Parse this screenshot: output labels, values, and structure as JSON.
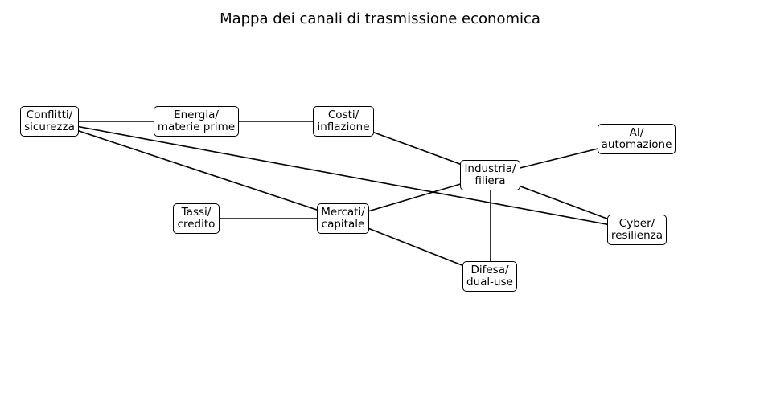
{
  "diagram": {
    "title": "Mappa dei canali di trasmissione economica",
    "nodes": [
      {
        "id": "conflitti",
        "lines": [
          "Conflitti/",
          "sicurezza"
        ]
      },
      {
        "id": "energia",
        "lines": [
          "Energia/",
          "materie prime"
        ]
      },
      {
        "id": "costi",
        "lines": [
          "Costi/",
          "inflazione"
        ]
      },
      {
        "id": "industria",
        "lines": [
          "Industria/",
          "filiera"
        ]
      },
      {
        "id": "ai",
        "lines": [
          "AI/",
          "automazione"
        ]
      },
      {
        "id": "tassi",
        "lines": [
          "Tassi/",
          "credito"
        ]
      },
      {
        "id": "mercati",
        "lines": [
          "Mercati/",
          "capitale"
        ]
      },
      {
        "id": "cyber",
        "lines": [
          "Cyber/",
          "resilienza"
        ]
      },
      {
        "id": "difesa",
        "lines": [
          "Difesa/",
          "dual-use"
        ]
      }
    ],
    "edges": [
      [
        "conflitti",
        "energia"
      ],
      [
        "energia",
        "costi"
      ],
      [
        "costi",
        "industria"
      ],
      [
        "conflitti",
        "mercati"
      ],
      [
        "conflitti",
        "cyber"
      ],
      [
        "industria",
        "ai"
      ],
      [
        "industria",
        "cyber"
      ],
      [
        "industria",
        "difesa"
      ],
      [
        "industria",
        "mercati"
      ],
      [
        "tassi",
        "mercati"
      ],
      [
        "mercati",
        "difesa"
      ]
    ]
  }
}
